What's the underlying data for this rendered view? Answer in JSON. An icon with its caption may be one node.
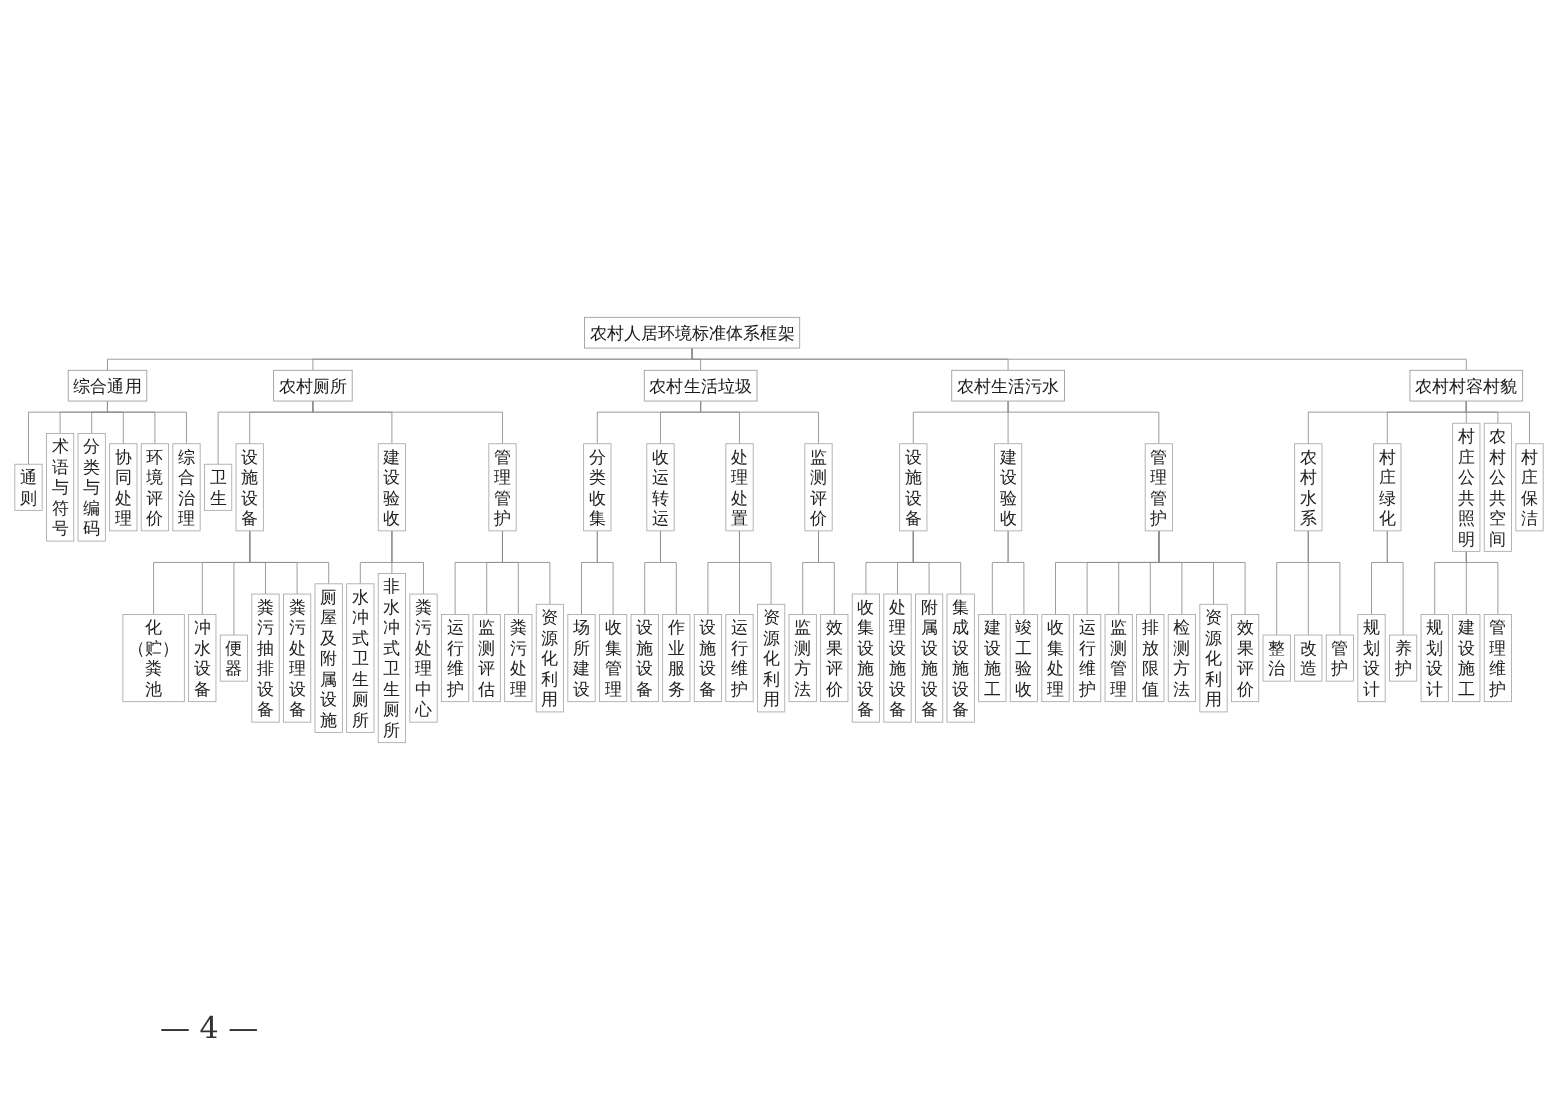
{
  "diagram": {
    "nodes": [
      {
        "text": [
          "农村人居环境标准体系框架"
        ]
      },
      {
        "text": [
          "综合通用"
        ]
      },
      {
        "text": [
          "通则"
        ]
      },
      {
        "text": [
          "术语与符号"
        ]
      },
      {
        "text": [
          "分类与编码"
        ]
      },
      {
        "text": [
          "协同处理"
        ]
      },
      {
        "text": [
          "环境评价"
        ]
      },
      {
        "text": [
          "综合治理"
        ]
      },
      {
        "text": [
          "农村厕所"
        ]
      },
      {
        "text": [
          "卫生"
        ]
      },
      {
        "text": [
          "设施设备"
        ]
      },
      {
        "text": [
          "化（贮）粪池"
        ]
      },
      {
        "text": [
          "冲水设备"
        ]
      },
      {
        "text": [
          "便器"
        ]
      },
      {
        "text": [
          "粪污抽排设备"
        ]
      },
      {
        "text": [
          "粪污处理设备"
        ]
      },
      {
        "text": [
          "厕屋及附属设施"
        ]
      },
      {
        "text": [
          "建设验收"
        ]
      },
      {
        "text": [
          "水冲式卫生厕所"
        ]
      },
      {
        "text": [
          "非水冲式卫生厕所"
        ]
      },
      {
        "text": [
          "粪污处理中心"
        ]
      },
      {
        "text": [
          "管理管护"
        ]
      },
      {
        "text": [
          "运行维护"
        ]
      },
      {
        "text": [
          "监测评估"
        ]
      },
      {
        "text": [
          "粪污处理"
        ]
      },
      {
        "text": [
          "资源化利用"
        ]
      },
      {
        "text": [
          "农村生活垃圾"
        ]
      },
      {
        "text": [
          "分类收集"
        ]
      },
      {
        "text": [
          "场所建设"
        ]
      },
      {
        "text": [
          "收集管理"
        ]
      },
      {
        "text": [
          "收运转运"
        ]
      },
      {
        "text": [
          "设施设备"
        ]
      },
      {
        "text": [
          "作业服务"
        ]
      },
      {
        "text": [
          "处理处置"
        ]
      },
      {
        "text": [
          "设施设备"
        ]
      },
      {
        "text": [
          "运行维护"
        ]
      },
      {
        "text": [
          "资源化利用"
        ]
      },
      {
        "text": [
          "监测评价"
        ]
      },
      {
        "text": [
          "监测方法"
        ]
      },
      {
        "text": [
          "效果评价"
        ]
      },
      {
        "text": [
          "农村生活污水"
        ]
      },
      {
        "text": [
          "设施设备"
        ]
      },
      {
        "text": [
          "收集设施设备"
        ]
      },
      {
        "text": [
          "处理设施设备"
        ]
      },
      {
        "text": [
          "附属设施设备"
        ]
      },
      {
        "text": [
          "集成设施设备"
        ]
      },
      {
        "text": [
          "建设验收"
        ]
      },
      {
        "text": [
          "建设施工"
        ]
      },
      {
        "text": [
          "竣工验收"
        ]
      },
      {
        "text": [
          "管理管护"
        ]
      },
      {
        "text": [
          "收集处理"
        ]
      },
      {
        "text": [
          "运行维护"
        ]
      },
      {
        "text": [
          "监测管理"
        ]
      },
      {
        "text": [
          "排放限值"
        ]
      },
      {
        "text": [
          "检测方法"
        ]
      },
      {
        "text": [
          "资源化利用"
        ]
      },
      {
        "text": [
          "效果评价"
        ]
      },
      {
        "text": [
          "农村村容村貌"
        ]
      },
      {
        "text": [
          "农村水系"
        ]
      },
      {
        "text": [
          "整治"
        ]
      },
      {
        "text": [
          "改造"
        ]
      },
      {
        "text": [
          "管护"
        ]
      },
      {
        "text": [
          "村庄绿化"
        ]
      },
      {
        "text": [
          "规划设计"
        ]
      },
      {
        "text": [
          "养护"
        ]
      },
      {
        "text": [
          "村庄公共照明"
        ]
      },
      {
        "text": [
          "规划设计"
        ]
      },
      {
        "text": [
          "建设施工"
        ]
      },
      {
        "text": [
          "管理维护"
        ]
      },
      {
        "text": [
          "农村公共空间"
        ]
      },
      {
        "text": [
          "村庄保洁"
        ]
      }
    ],
    "edges": [
      {
        "from": 0,
        "to": 1,
        "arrow": "none"
      },
      {
        "from": 0,
        "to": 8,
        "arrow": "none"
      },
      {
        "from": 0,
        "to": 26,
        "arrow": "none"
      },
      {
        "from": 0,
        "to": 40,
        "arrow": "none"
      },
      {
        "from": 0,
        "to": 57,
        "arrow": "none"
      },
      {
        "from": 1,
        "to": 2,
        "arrow": "none"
      },
      {
        "from": 1,
        "to": 3,
        "arrow": "none"
      },
      {
        "from": 1,
        "to": 4,
        "arrow": "none"
      },
      {
        "from": 1,
        "to": 5,
        "arrow": "none"
      },
      {
        "from": 1,
        "to": 6,
        "arrow": "none"
      },
      {
        "from": 1,
        "to": 7,
        "arrow": "none"
      },
      {
        "from": 8,
        "to": 9,
        "arrow": "none"
      },
      {
        "from": 8,
        "to": 10,
        "arrow": "none"
      },
      {
        "from": 8,
        "to": 17,
        "arrow": "none"
      },
      {
        "from": 8,
        "to": 21,
        "arrow": "none"
      },
      {
        "from": 10,
        "to": 11,
        "arrow": "none"
      },
      {
        "from": 10,
        "to": 12,
        "arrow": "none"
      },
      {
        "from": 10,
        "to": 13,
        "arrow": "none"
      },
      {
        "from": 10,
        "to": 14,
        "arrow": "none"
      },
      {
        "from": 10,
        "to": 15,
        "arrow": "none"
      },
      {
        "from": 10,
        "to": 16,
        "arrow": "none"
      },
      {
        "from": 17,
        "to": 18,
        "arrow": "none"
      },
      {
        "from": 17,
        "to": 19,
        "arrow": "none"
      },
      {
        "from": 17,
        "to": 20,
        "arrow": "none"
      },
      {
        "from": 21,
        "to": 22,
        "arrow": "none"
      },
      {
        "from": 21,
        "to": 23,
        "arrow": "none"
      },
      {
        "from": 21,
        "to": 24,
        "arrow": "none"
      },
      {
        "from": 21,
        "to": 25,
        "arrow": "none"
      },
      {
        "from": 26,
        "to": 27,
        "arrow": "none"
      },
      {
        "from": 26,
        "to": 30,
        "arrow": "none"
      },
      {
        "from": 26,
        "to": 33,
        "arrow": "none"
      },
      {
        "from": 26,
        "to": 37,
        "arrow": "none"
      },
      {
        "from": 27,
        "to": 28,
        "arrow": "none"
      },
      {
        "from": 27,
        "to": 29,
        "arrow": "none"
      },
      {
        "from": 30,
        "to": 31,
        "arrow": "none"
      },
      {
        "from": 30,
        "to": 32,
        "arrow": "none"
      },
      {
        "from": 33,
        "to": 34,
        "arrow": "none"
      },
      {
        "from": 33,
        "to": 35,
        "arrow": "none"
      },
      {
        "from": 33,
        "to": 36,
        "arrow": "none"
      },
      {
        "from": 37,
        "to": 38,
        "arrow": "none"
      },
      {
        "from": 37,
        "to": 39,
        "arrow": "none"
      },
      {
        "from": 40,
        "to": 41,
        "arrow": "none"
      },
      {
        "from": 40,
        "to": 46,
        "arrow": "none"
      },
      {
        "from": 40,
        "to": 49,
        "arrow": "none"
      },
      {
        "from": 41,
        "to": 42,
        "arrow": "none"
      },
      {
        "from": 41,
        "to": 43,
        "arrow": "none"
      },
      {
        "from": 41,
        "to": 44,
        "arrow": "none"
      },
      {
        "from": 41,
        "to": 45,
        "arrow": "none"
      },
      {
        "from": 46,
        "to": 47,
        "arrow": "none"
      },
      {
        "from": 46,
        "to": 48,
        "arrow": "none"
      },
      {
        "from": 49,
        "to": 50,
        "arrow": "none"
      },
      {
        "from": 49,
        "to": 51,
        "arrow": "none"
      },
      {
        "from": 49,
        "to": 52,
        "arrow": "none"
      },
      {
        "from": 49,
        "to": 53,
        "arrow": "none"
      },
      {
        "from": 49,
        "to": 54,
        "arrow": "none"
      },
      {
        "from": 49,
        "to": 55,
        "arrow": "none"
      },
      {
        "from": 49,
        "to": 56,
        "arrow": "none"
      },
      {
        "from": 57,
        "to": 58,
        "arrow": "none"
      },
      {
        "from": 57,
        "to": 62,
        "arrow": "none"
      },
      {
        "from": 57,
        "to": 65,
        "arrow": "none"
      },
      {
        "from": 57,
        "to": 69,
        "arrow": "none"
      },
      {
        "from": 57,
        "to": 70,
        "arrow": "none"
      },
      {
        "from": 58,
        "to": 59,
        "arrow": "none"
      },
      {
        "from": 58,
        "to": 60,
        "arrow": "none"
      },
      {
        "from": 58,
        "to": 61,
        "arrow": "none"
      },
      {
        "from": 62,
        "to": 63,
        "arrow": "none"
      },
      {
        "from": 62,
        "to": 64,
        "arrow": "none"
      },
      {
        "from": 65,
        "to": 66,
        "arrow": "none"
      },
      {
        "from": 65,
        "to": 67,
        "arrow": "none"
      },
      {
        "from": 65,
        "to": 68,
        "arrow": "none"
      }
    ],
    "labels": [
      "— 4 —"
    ]
  }
}
